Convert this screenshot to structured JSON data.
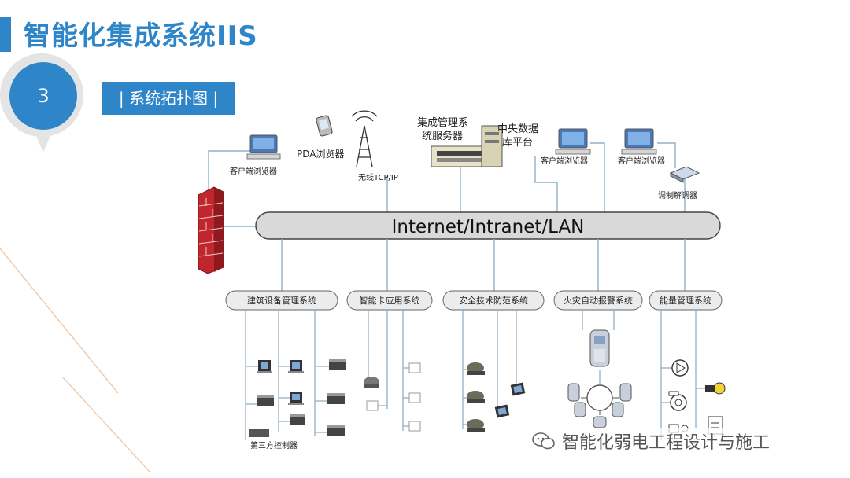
{
  "page": {
    "title": "智能化集成系统IIS",
    "section_number": "3",
    "section_label": "| 系统拓扑图 |",
    "watermark": "智能化弱电工程设计与施工"
  },
  "diagram": {
    "network_label": "Internet/Intranet/LAN",
    "top_nodes": {
      "client_browser_1": "客户端浏览器",
      "pda_browser": "PDA浏览器",
      "wireless": "无线TCP/IP",
      "server": "集成管理系统服务器",
      "database": "中央数据库平台",
      "client_browser_2": "客户端浏览器",
      "client_browser_3": "客户端浏览器",
      "modem": "调制解调器"
    },
    "subsystems": [
      "建筑设备管理系统",
      "智能卡应用系统",
      "安全技术防范系统",
      "火灾自动报警系统",
      "能量管理系统"
    ],
    "third_party": "第三方控制器"
  },
  "colors": {
    "accent": "#2e86c9",
    "pill_fill": "#d9d9d9",
    "firewall": "#c0262c",
    "line": "#8fb0c8"
  }
}
